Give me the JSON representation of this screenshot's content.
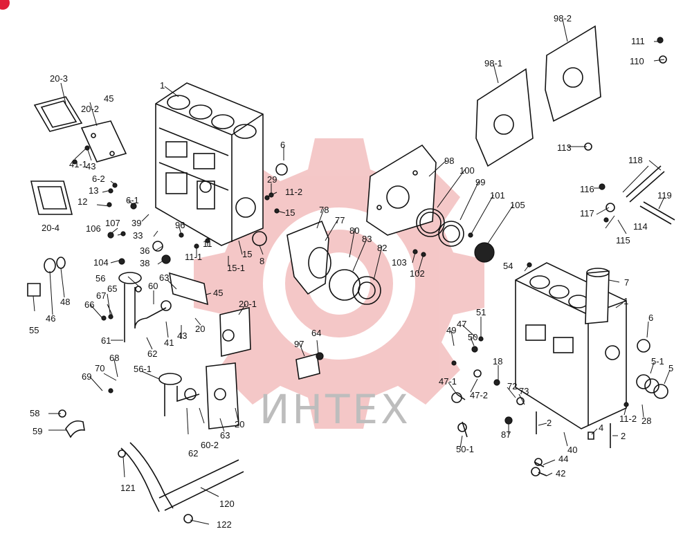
{
  "watermark": {
    "text": "ИНТЕХ",
    "gear_color": "#f2b9b9",
    "text_color": "#bdbdbd"
  },
  "corner_badge": {
    "color": "#e0203a"
  },
  "labels": {
    "l20_3": "20-3",
    "l45a": "45",
    "l20_2": "20-2",
    "l41_1": "41-1",
    "l43a": "43",
    "l1a": "1",
    "l6_2": "6-2",
    "l13": "13",
    "l12": "12",
    "l6_1": "6-1",
    "l39": "39",
    "l20_4": "20-4",
    "l106": "106",
    "l107": "107",
    "l33": "33",
    "l96": "96",
    "l36": "36",
    "l104": "104",
    "l38": "38",
    "l11_1": "11-1",
    "l11a": "11",
    "l15a": "15",
    "l15_1": "15-1",
    "l6a": "6",
    "l29": "29",
    "l11_2a": "11-2",
    "l15b": "15",
    "l8": "8",
    "l78": "78",
    "l77": "77",
    "l80": "80",
    "l83": "83",
    "l82": "82",
    "l98": "98",
    "l100": "100",
    "l99": "99",
    "l101": "101",
    "l103": "103",
    "l102": "102",
    "l105": "105",
    "l98_1": "98-1",
    "l98_2": "98-2",
    "l111": "111",
    "l110": "110",
    "l113": "113",
    "l118": "118",
    "l116": "116",
    "l119": "119",
    "l117": "117",
    "l114": "114",
    "l115": "115",
    "l55": "55",
    "l46": "46",
    "l48": "48",
    "l56": "56",
    "l65": "65",
    "l67": "67",
    "l66": "66",
    "l60": "60",
    "l63a": "63",
    "l45b": "45",
    "l61": "61",
    "l62a": "62",
    "l41": "41",
    "l43b": "43",
    "l20a": "20",
    "l20_1": "20-1",
    "l68": "68",
    "l70": "70",
    "l69": "69",
    "l56_1": "56-1",
    "l62b": "62",
    "l60_2": "60-2",
    "l63b": "63",
    "l20b": "20",
    "l97": "97",
    "l64": "64",
    "l58": "58",
    "l59": "59",
    "l121": "121",
    "l120": "120",
    "l122": "122",
    "l54": "54",
    "l7": "7",
    "l1b": "1",
    "l6b": "6",
    "l5_1": "5-1",
    "l5": "5",
    "l51": "51",
    "l47": "47",
    "l49": "49",
    "l50": "50",
    "l18": "18",
    "l47_1": "47-1",
    "l47_2": "47-2",
    "l72": "72",
    "l73": "73",
    "l2a": "2",
    "l4": "4",
    "l2b": "2",
    "l11_2b": "11-2",
    "l28": "28",
    "l50_1": "50-1",
    "l87": "87",
    "l40": "40",
    "l44": "44",
    "l42": "42"
  }
}
